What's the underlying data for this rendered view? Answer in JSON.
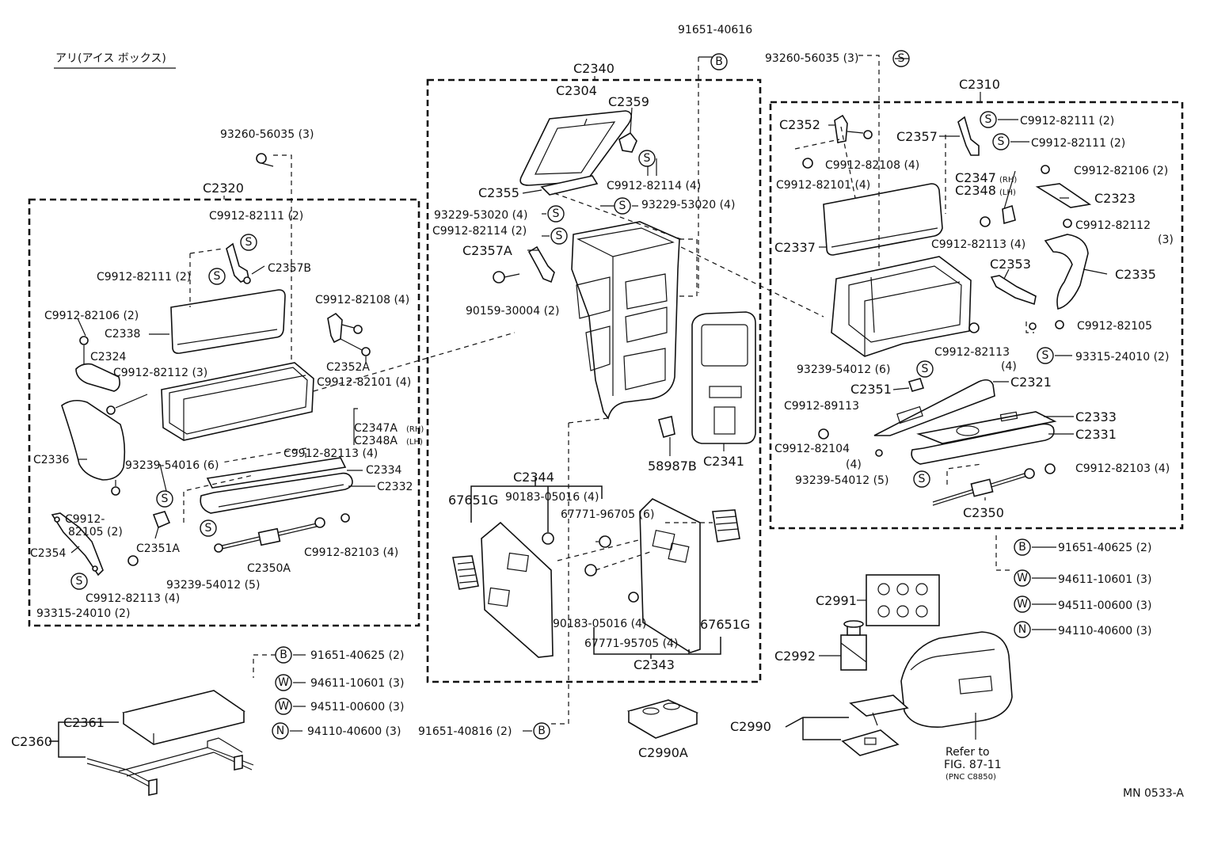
{
  "header": {
    "title": "アリ(アイス ボックス)"
  },
  "footer": {
    "figure_code": "MN 0533-A"
  },
  "groups": {
    "c2320": "C2320",
    "c2340": "C2340",
    "c2310": "C2310",
    "c2344": "C2344",
    "c2343": "C2343",
    "c2360": "C2360",
    "c2990": "C2990"
  },
  "labels": {
    "l01": "93260-56035 (3)",
    "l02": "C9912-82111 (2)",
    "l03": "C9912-82111 (2)",
    "l04": "C2357B",
    "l05": "C9912-82108 (4)",
    "l06": "C9912-82106 (2)",
    "l07": "C2338",
    "l08": "C2324",
    "l09": "C2352A",
    "l10": "C9912-82112 (3)",
    "l11": "C9912-82101 (4)",
    "l12": "C2347A",
    "l13": "C2348A",
    "l14": "C2336",
    "l15": "93239-54016 (6)",
    "l16": "C9912-82113 (4)",
    "l17": "C2334",
    "l18": "C2332",
    "l19": "C9912-",
    "l20": "82105 (2)",
    "l21": "C2354",
    "l22": "C2351A",
    "l23": "C9912-82103 (4)",
    "l24": "C2350A",
    "l25": "93239-54012 (5)",
    "l26": "C9912-82113 (4)",
    "l27": "93315-24010 (2)",
    "l28": "91651-40625 (2)",
    "l29": "94611-10601 (3)",
    "l30": "94511-00600 (3)",
    "l31": "94110-40600 (3)",
    "l32": "C2361",
    "l33": "91651-40816 (2)",
    "l34": "91651-40616",
    "l35": "C2304",
    "l36": "C2359",
    "l37": "C9912-82114 (4)",
    "l38": "C2355",
    "l39": "93229-53020 (4)",
    "l40": "93229-53020 (4)",
    "l41": "C9912-82114 (2)",
    "l42": "C2357A",
    "l43": "90159-30004 (2)",
    "l44": "C2341",
    "l45": "58987B",
    "l46": "67651G",
    "l47": "90183-05016 (4)",
    "l48": "67771-96705 (6)",
    "l49": "90183-05016 (4)",
    "l50": "67771-95705 (4)",
    "l51": "67651G",
    "l52": "C2990A",
    "l53": "93260-56035 (3)",
    "l54": "C2352",
    "l55": "C2357",
    "l56": "C9912-82111 (2)",
    "l57": "C9912-82111 (2)",
    "l58": "C9912-82108 (4)",
    "l59": "C9912-82101 (4)",
    "l60": "C2347",
    "l61": "C2348",
    "l62": "C9912-82106 (2)",
    "l63": "C2323",
    "l64": "C2337",
    "l65": "C9912-82113 (4)",
    "l66": "C9912-82112",
    "l67": "(3)",
    "l68": "C2353",
    "l69": "C2335",
    "l70": "C9912-82105",
    "l71": "C9912-82113",
    "l72": "(4)",
    "l73": "93315-24010 (2)",
    "l74": "93239-54012 (6)",
    "l75": "C2351",
    "l76": "C2321",
    "l77": "C9912-89113",
    "l78": "C2333",
    "l79": "C2331",
    "l80": "C9912-82104",
    "l81": "(4)",
    "l82": "C9912-82103 (4)",
    "l83": "93239-54012 (5)",
    "l84": "C2350",
    "l85": "91651-40625 (2)",
    "l86": "94611-10601 (3)",
    "l87": "94511-00600 (3)",
    "l88": "94110-40600 (3)",
    "l89": "C2991",
    "l90": "C2992",
    "l91": "Refer to",
    "l92": "FIG. 87-11",
    "l93": "(PNC C8850)"
  },
  "tags": {
    "rh1": "(RH)",
    "lh1": "(LH)",
    "rh2": "(RH)",
    "lh2": "(LH)"
  },
  "symbols": {
    "s": "S",
    "b": "B",
    "w": "W",
    "n": "N"
  }
}
